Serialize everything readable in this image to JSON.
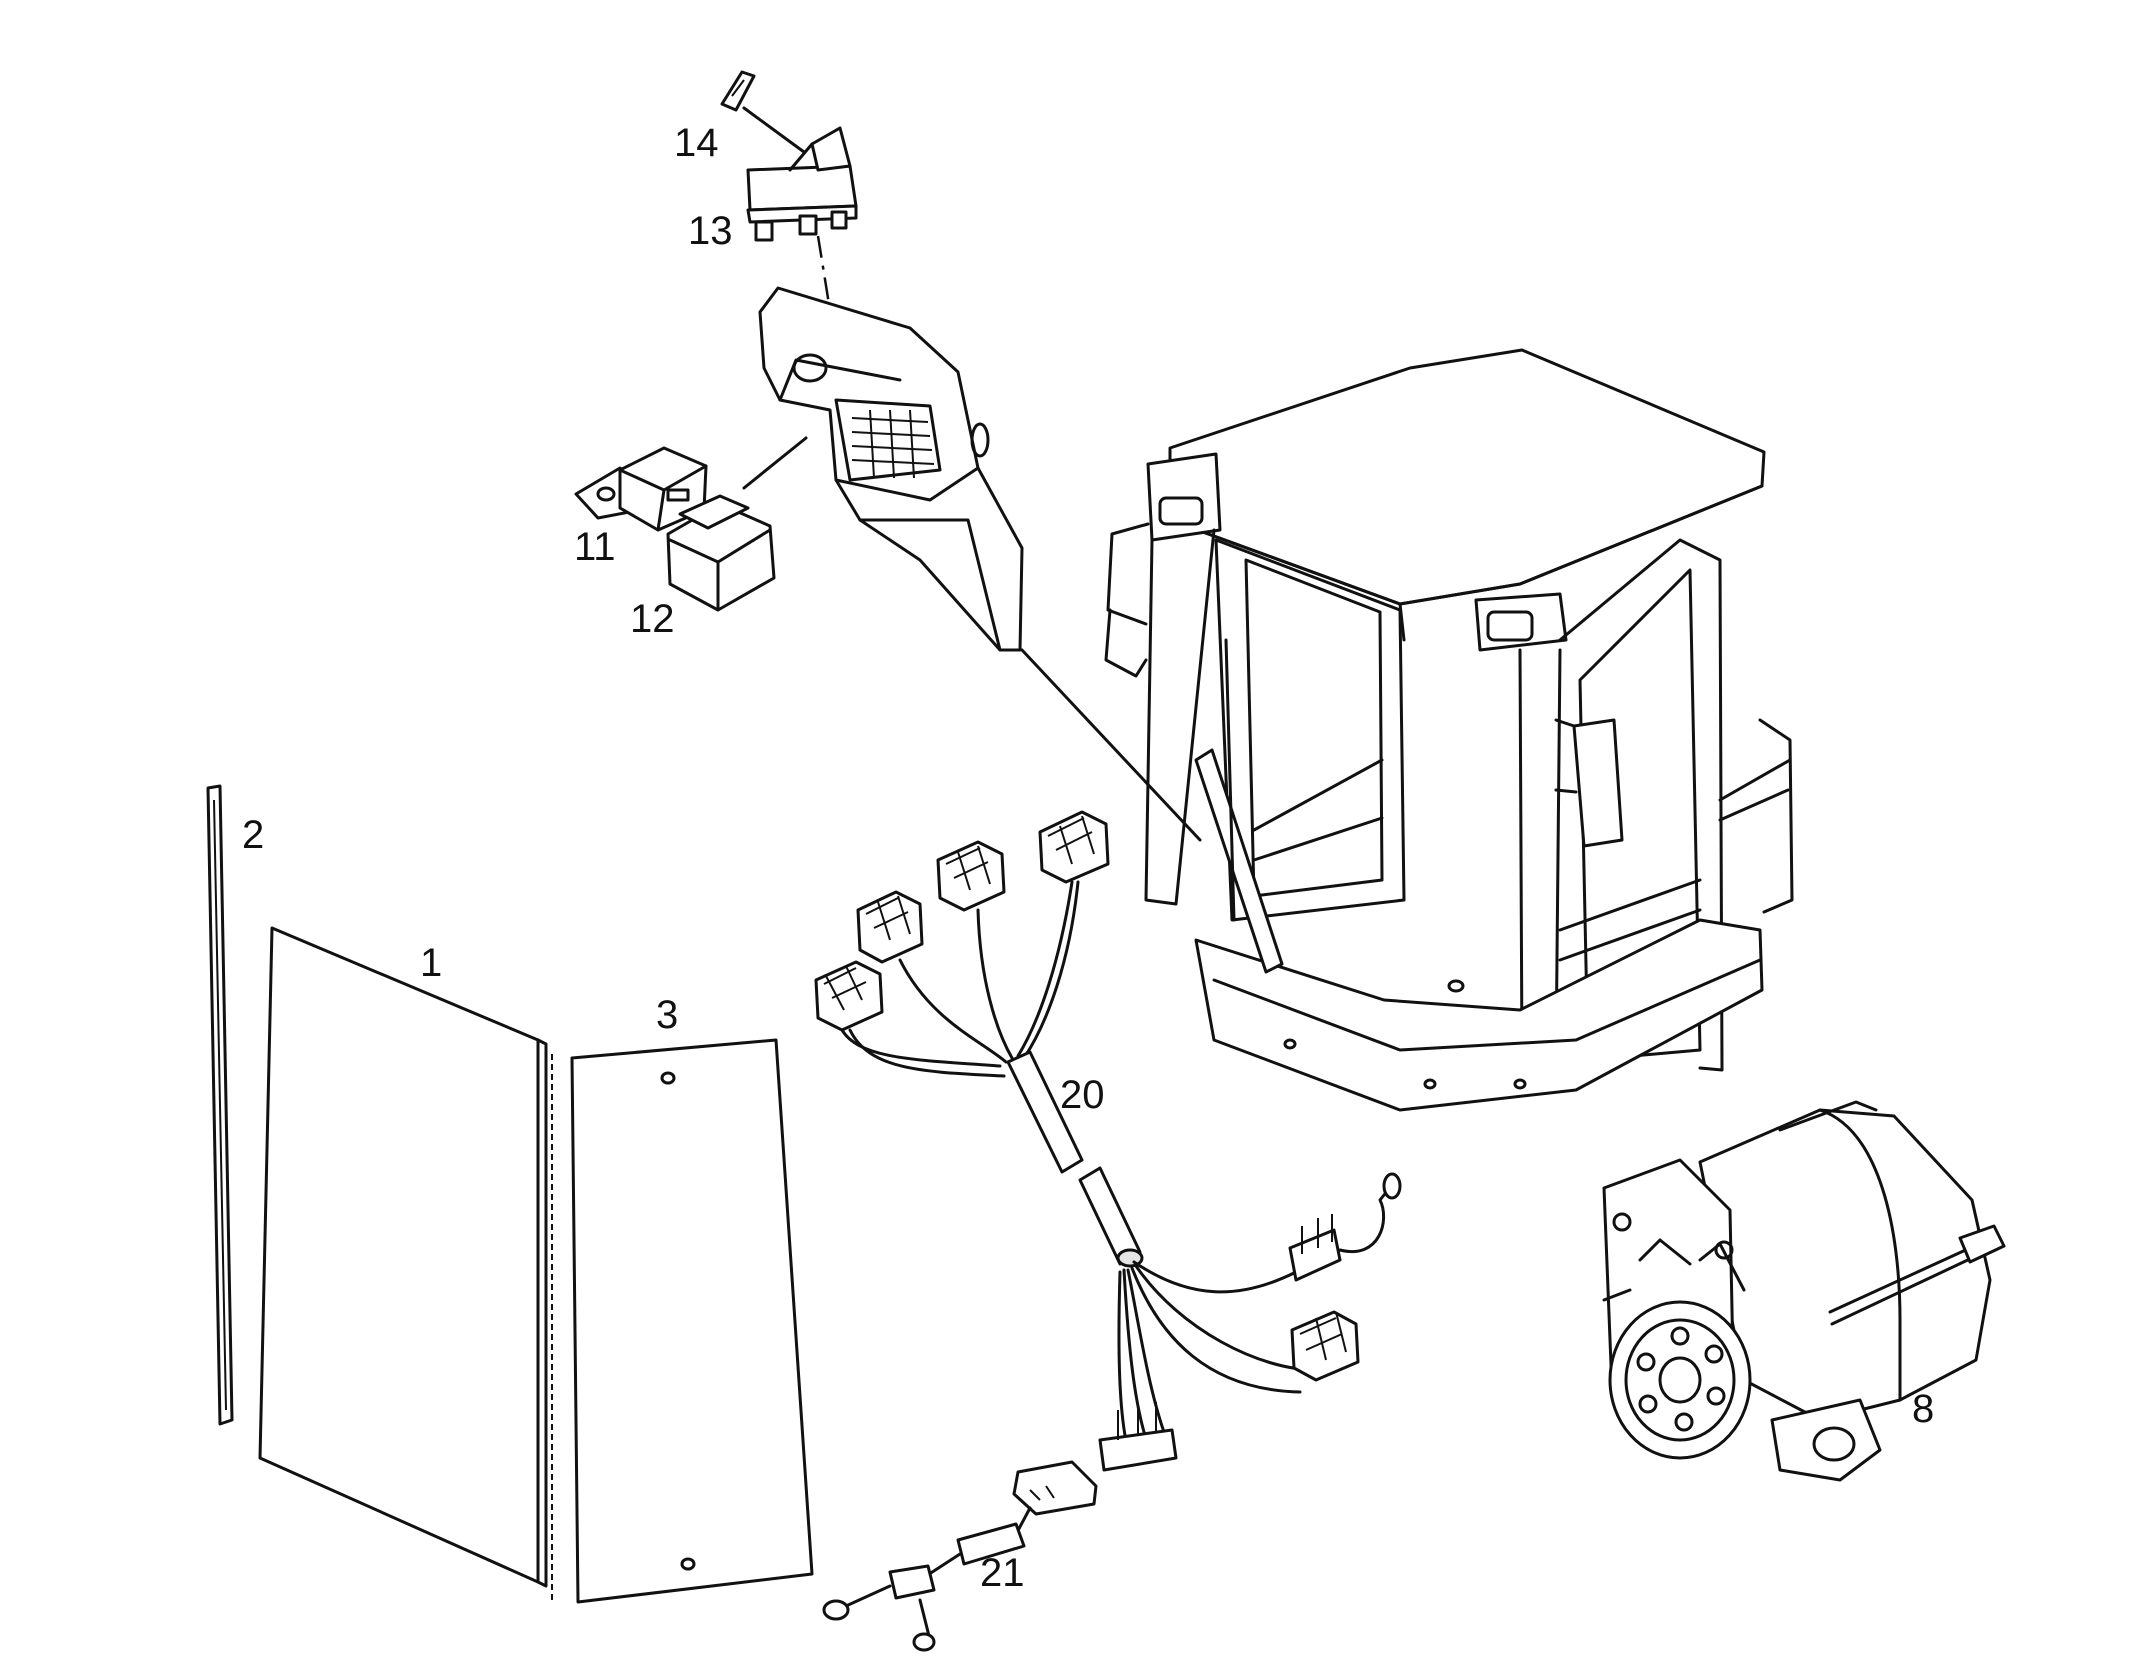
{
  "callouts": {
    "panel_1": "1",
    "seal_2": "2",
    "glass_3": "3",
    "alternator_8": "8",
    "relay_11": "11",
    "relay_12": "12",
    "switch_13": "13",
    "switch_cap_14": "14",
    "harness_20": "20",
    "harness_21": "21"
  },
  "colors": {
    "ink": "#111111",
    "paper": "#ffffff"
  }
}
